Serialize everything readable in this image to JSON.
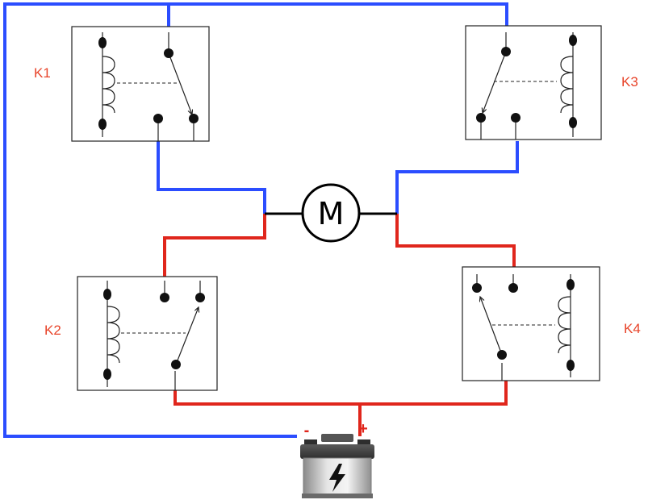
{
  "relays": {
    "k1": {
      "label": "K1"
    },
    "k2": {
      "label": "K2"
    },
    "k3": {
      "label": "K3"
    },
    "k4": {
      "label": "K4"
    }
  },
  "motor": {
    "label": "M"
  },
  "battery": {
    "negative_label": "-",
    "positive_label": "+",
    "icon": "battery-icon"
  },
  "colors": {
    "negative_wire": "#2b4dff",
    "positive_wire": "#e0261c",
    "relay_label": "#e8442a",
    "motor_wire": "#000000"
  }
}
